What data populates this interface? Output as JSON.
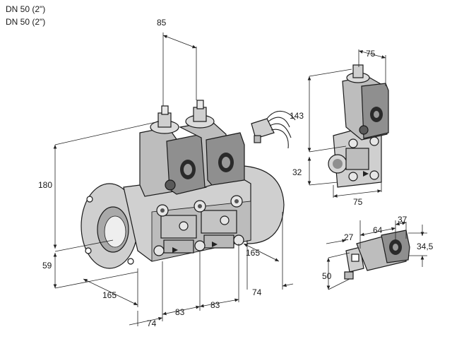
{
  "header": {
    "line1": "DN 50 (2\")",
    "line2": "DN 50 (2\")"
  },
  "dimensions": {
    "d85": "85",
    "d75_top": "75",
    "d143": "143",
    "d32": "32",
    "d75_side": "75",
    "d180": "180",
    "d59": "59",
    "d165_left": "165",
    "d165_right": "165",
    "d74_right": "74",
    "d74_bottom": "74",
    "d83_a": "83",
    "d83_b": "83",
    "d27": "27",
    "d64": "64",
    "d37": "37",
    "d34_5": "34,5",
    "d50": "50"
  },
  "colors": {
    "body": "#d4d4d4",
    "body_dark": "#9c9c9c",
    "line": "#1a1a1a",
    "background": "#ffffff"
  }
}
